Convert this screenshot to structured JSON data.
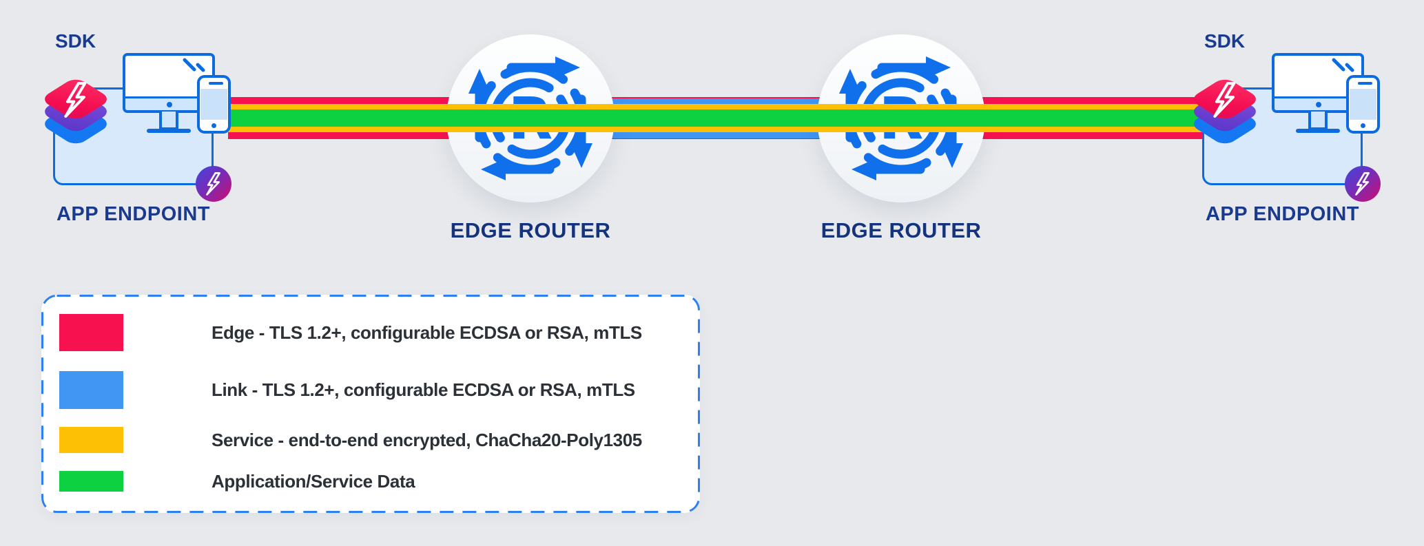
{
  "background_color": "#e7e9ec",
  "endpoints": {
    "left": {
      "sdk_label": "SDK",
      "label": "APP ENDPOINT"
    },
    "right": {
      "sdk_label": "SDK",
      "label": "APP ENDPOINT"
    }
  },
  "routers": {
    "left": {
      "label": "EDGE ROUTER"
    },
    "right": {
      "label": "EDGE ROUTER"
    },
    "icon_letter": "R"
  },
  "stripe_colors": {
    "edge": "#f8114f",
    "link": "#4196f3",
    "service": "#fdc004",
    "data": "#0ed141"
  },
  "legend": {
    "items": [
      {
        "key": "edge",
        "color": "#f8114f",
        "label": "Edge - TLS 1.2+, configurable ECDSA or RSA, mTLS"
      },
      {
        "key": "link",
        "color": "#4196f3",
        "label": "Link - TLS 1.2+, configurable ECDSA or RSA, mTLS"
      },
      {
        "key": "service",
        "color": "#fdc004",
        "label": "Service - end-to-end encrypted, ChaCha20-Poly1305"
      },
      {
        "key": "data",
        "color": "#0ed141",
        "label": "Application/Service Data"
      }
    ]
  }
}
